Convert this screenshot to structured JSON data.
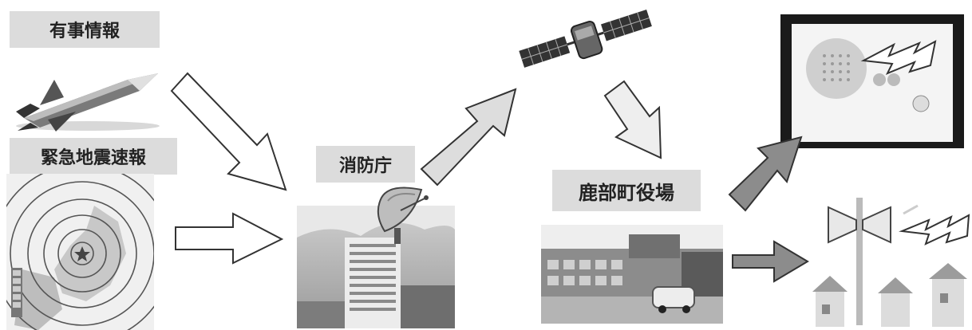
{
  "labels": {
    "emergency_info": "有事情報",
    "eew": "緊急地震速報",
    "fdma": "消防庁",
    "town_office": "鹿部町役場"
  },
  "icons": {
    "missile": "missile-icon",
    "quake_map": "earthquake-intensity-map",
    "satellite": "satellite-icon",
    "dish": "satellite-dish-icon",
    "receiver": "indoor-receiver-icon",
    "speaker": "outdoor-loudspeaker-icon",
    "lightning": "lightning-bolt-icon",
    "houses": "houses-icon"
  },
  "colors": {
    "label_bg": "#dcdcdc",
    "arrow_outline": "#333333",
    "arrow_gray": "#8c8c8c"
  }
}
